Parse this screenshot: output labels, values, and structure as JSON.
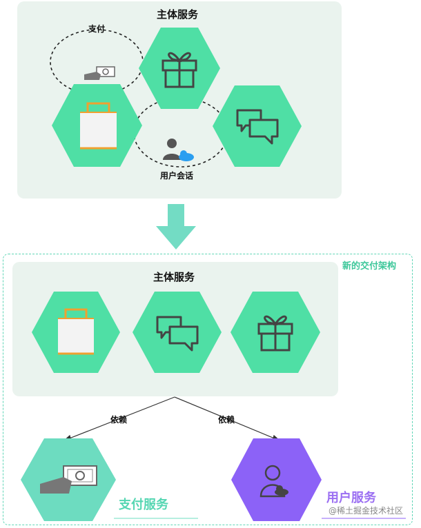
{
  "top": {
    "title": "主体服务",
    "pay_label": "支付",
    "session_label": "用户会话"
  },
  "new_arch": {
    "label": "新的交付架构",
    "title": "主体服务"
  },
  "arrows": {
    "left_label": "依赖",
    "right_label": "依赖"
  },
  "bottom": {
    "pay_service": "支付服务",
    "user_service": "用户服务"
  },
  "watermark": "@稀土掘金技术社区",
  "colors": {
    "hex_green": "#4fdfa5",
    "hex_mint": "#6ddcc0",
    "hex_purple": "#8c62f7",
    "panel_bg": "#eaf3ee",
    "dashed_border": "#5fd6b6",
    "icon_dark": "#444444",
    "accent_orange": "#f0a030",
    "arrow_fill": "#73dcc4"
  }
}
